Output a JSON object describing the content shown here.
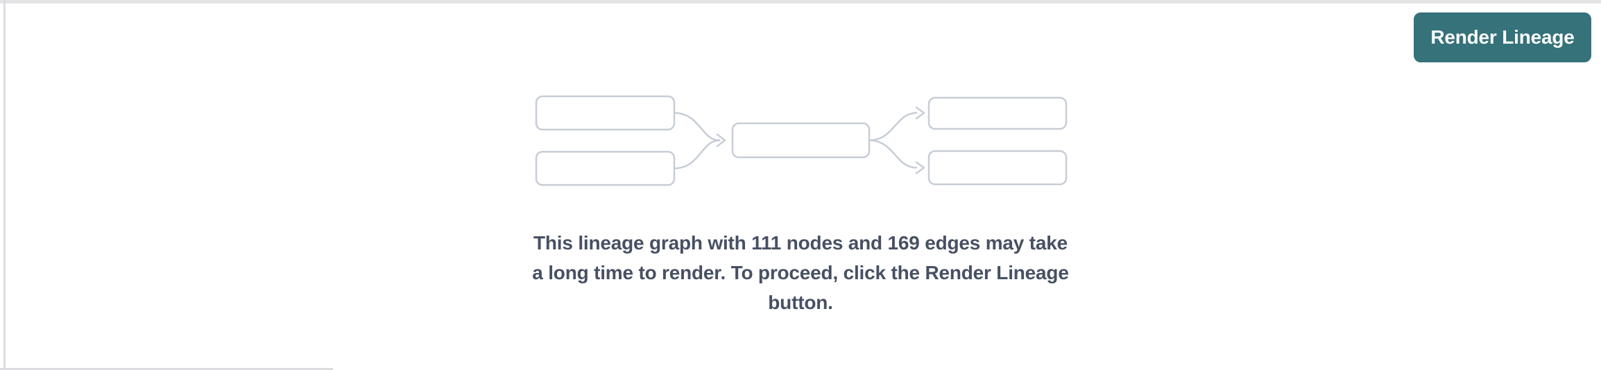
{
  "panel": {
    "background": "#ffffff",
    "border_color": "#dcdce0"
  },
  "toolbar": {
    "render_button": {
      "label": "Render Lineage",
      "background": "#35727a",
      "text_color": "#ffffff"
    }
  },
  "placeholder": {
    "graphic": {
      "name": "lineage-graph-preview",
      "node_fill": "#ffffff",
      "node_border": "#c7cdd6",
      "edge_color": "#c7cdd6",
      "left_nodes": 2,
      "middle_nodes": 1,
      "right_nodes": 2
    },
    "node_count": 111,
    "edge_count": 169,
    "text_color": "#475063",
    "message": "This lineage graph with 111 nodes and 169 edges may take a long time to render. To proceed, click the Render Lineage button.",
    "message_lines": [
      "This lineage graph with 111 nodes and 169 edges may take",
      "a long time to render. To proceed, click the Render Lineage",
      "button."
    ]
  }
}
